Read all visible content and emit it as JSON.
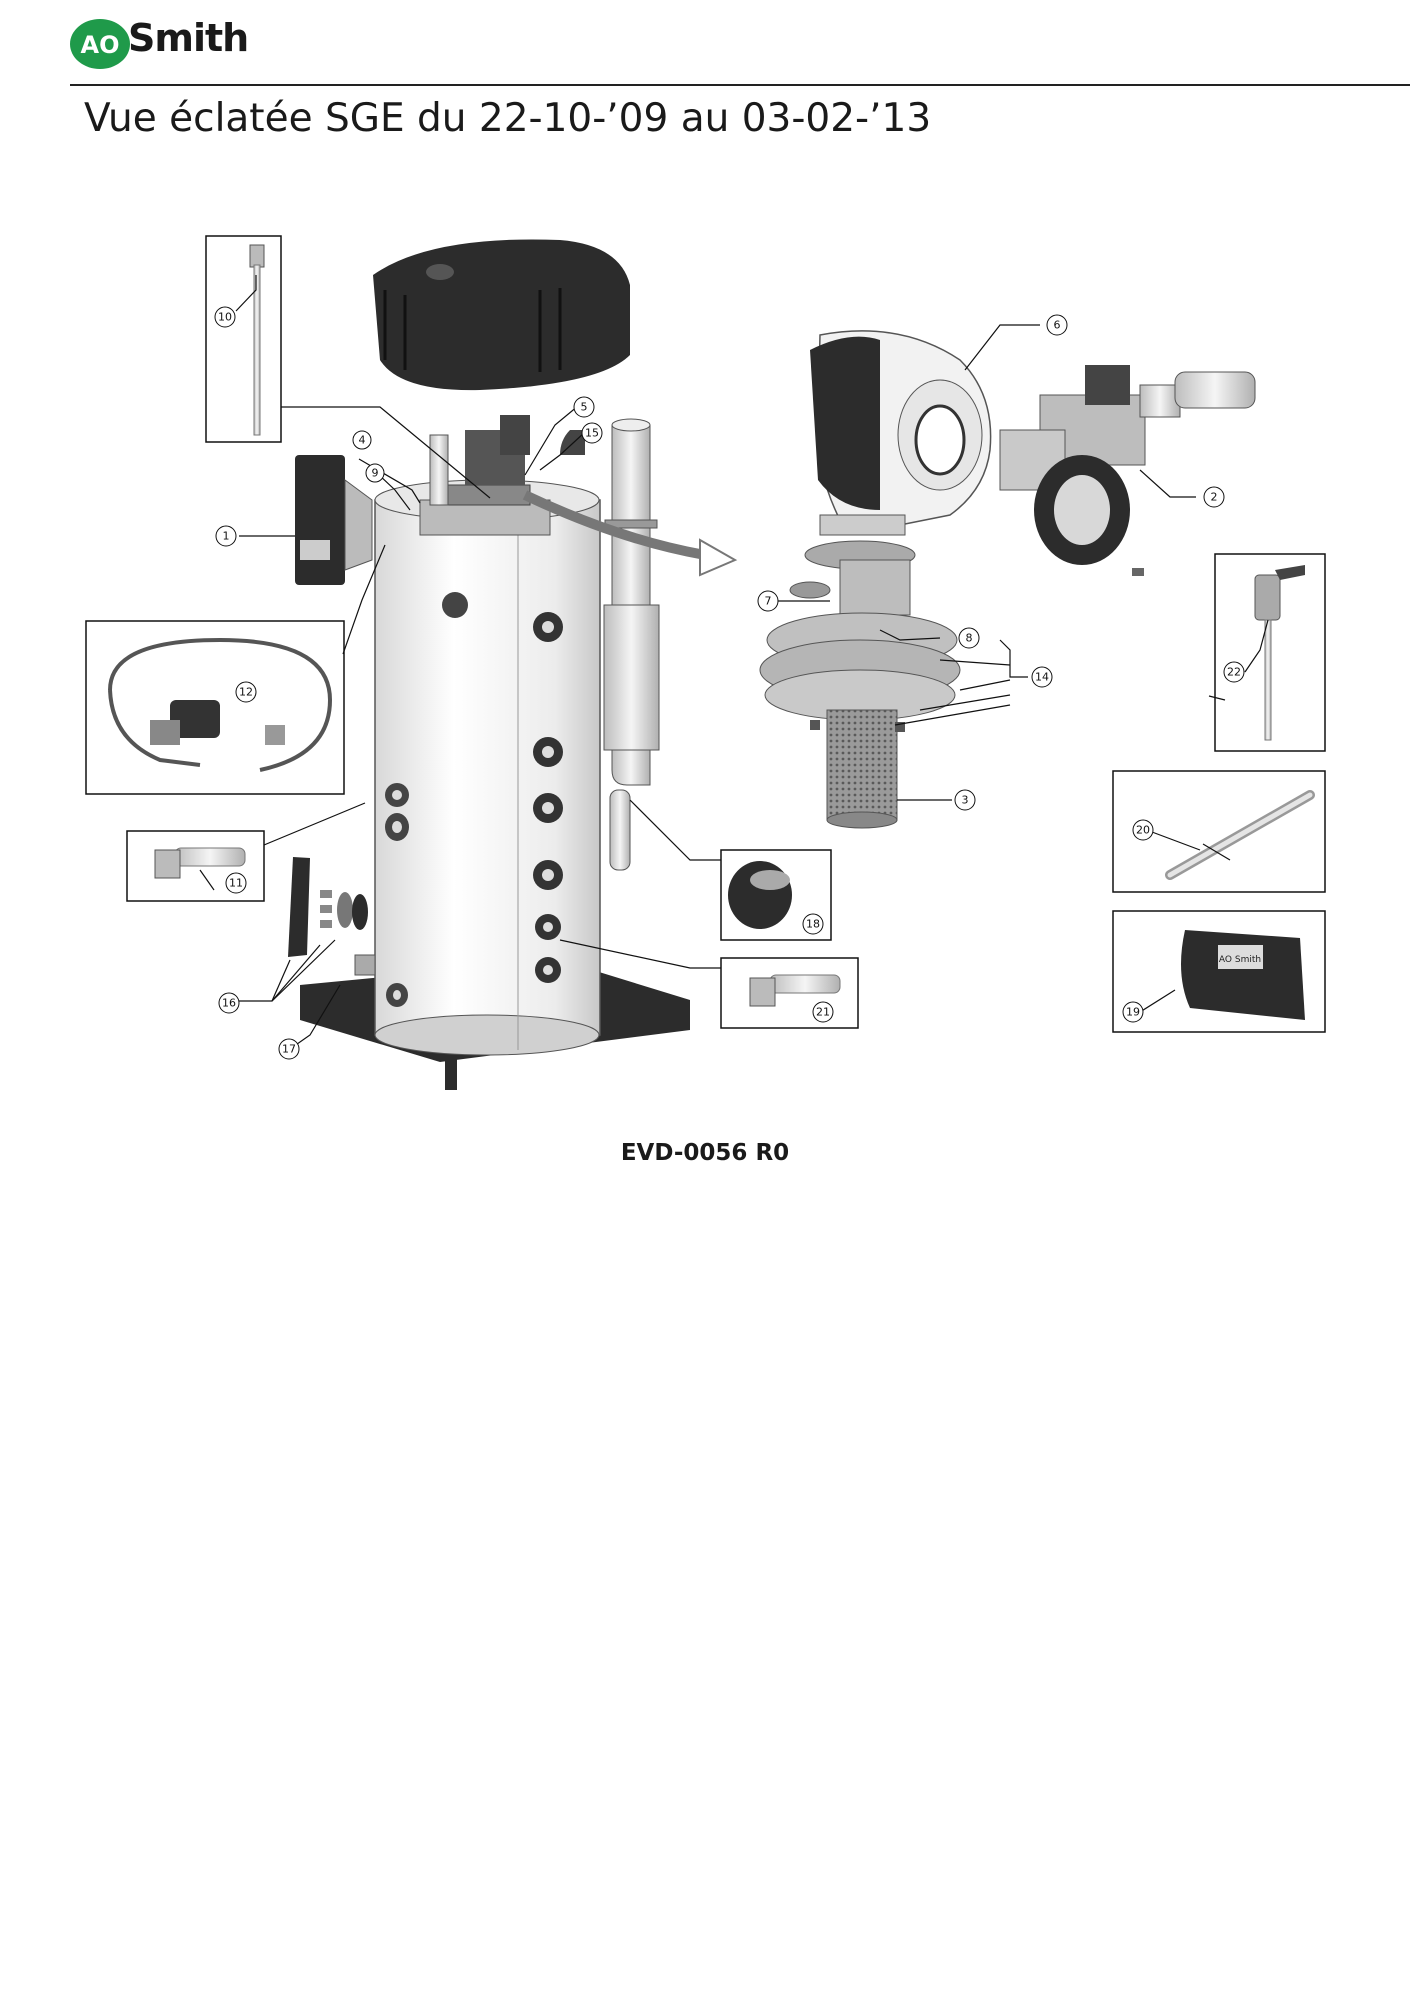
{
  "brand": {
    "logo_mark": "AO",
    "logo_word": "Smith",
    "colors": {
      "logo_green": "#1f9a4a",
      "ink": "#1a1a1a",
      "part_dark": "#2c2c2c",
      "part_mid": "#8a8a8a",
      "part_light": "#e6e6e6"
    }
  },
  "page": {
    "title": "Vue éclatée SGE du 22-10-’09 au 03-02-’13",
    "drawing_code": "EVD-0056 R0"
  },
  "callouts": [
    "1",
    "2",
    "3",
    "4",
    "5",
    "6",
    "7",
    "8",
    "9",
    "10",
    "11",
    "12",
    "14",
    "15",
    "16",
    "17",
    "18",
    "19",
    "20",
    "21",
    "22"
  ],
  "insets": {
    "part19_label": "AO Smith"
  }
}
